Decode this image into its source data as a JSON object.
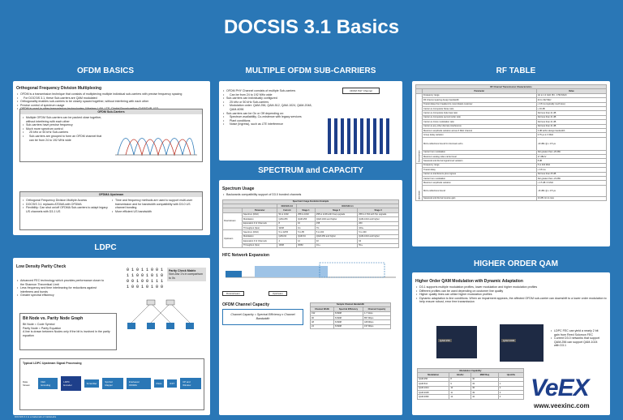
{
  "title": "DOCSIS 3.1 Basics",
  "sections": {
    "ofdm_basics": "OFDM BASICS",
    "sub_carriers": "MULTIPLE OFDM SUB-CARRIERS",
    "rf_table": "RF TABLE",
    "spectrum": "SPECTRUM and CAPACITY",
    "ldpc": "LDPC",
    "qam": "HIGHER ORDER QAM"
  },
  "ofdm": {
    "heading": "Orthogonal Frequency Division Multiplexing",
    "bullets": [
      "OFDM is a transmission technique that consists of multiplexing multiple individual sub-carriers with precise frequency spacing",
      "For DOCSIS 3.1, these Sub-carriers are QAM modulated",
      "Orthogonality enables sub-carriers to be closely spaced together, without interfering with each other",
      "Precise control of spectrum usage",
      "OFDM is used in other transmission technologies: Wireless LAN, LTE, Digital Broadcasting (DAB/DVB, ISD..."
    ],
    "box1_title": "OFDM Sub-Carriers",
    "box1_bullets": [
      "Multiple OFDM Sub-carriers can be packed close together, without interfering with each other",
      "Sub-carriers have precise frequency",
      "Much more spectrum control",
      "25 kHz or 50 kHz Sub-carriers",
      "Sub-carriers are grouped to form an OFDM channel that can be from 24 to 192 MHz wide"
    ],
    "box2_title": "OFDMA Upstream",
    "box2_left": [
      "Orthogonal Frequency Division Multiple Access",
      "DOCSIS 3.1 replaces ATDMA with OFDMA",
      "Flexibility: Can shut on/off OFDMA Sub-carriers to adapt legacy US channels with D3.1 US"
    ],
    "box2_right": [
      "Time and frequency methods are used to support multi-user transmission and for bandwidth compatibility with D3.0 US channel bonding",
      "More efficient US bandwidth"
    ]
  },
  "sub": {
    "bullets": [
      "OFDM PHY Channel consists of multiple Sub-carriers",
      "Can be from 24 to 192 MHz wide",
      "Sub-carriers can individually configured",
      "25 kHz or 50 kHz Sub-carriers",
      "Modulation order: QAM-256, QAM-512, QAM-1024, QAM-2048, QAM-4096",
      "Sub-carriers can be On or Off depending on:",
      "Spectrum availability, Co-existence with legacy services",
      "Plant conditions",
      "Noise (Ingress), such as LTE interference"
    ],
    "channel_label": "OFDM PHY Channel"
  },
  "spec": {
    "heading": "Spectrum Usage",
    "bullet": "Backwards compatibility support of D3.0 bonded channels",
    "table_title": "Spectrum Usage Evolution Example",
    "col_groups": [
      "DOCSIS 3.0",
      "DOCSIS 3.1"
    ],
    "cols": [
      "Parameter",
      "Current",
      "Stage 1",
      "Stage 2",
      "Stage 3"
    ],
    "downstream": "Downstream",
    "upstream": "Upstream",
    "ds_rows": [
      [
        "Spectrum (MHz)",
        "54 to 1002",
        "258 to 1002",
        "258 to 1218 with Freq upgrade",
        "258 to 1794 with Top upgrade"
      ],
      [
        "Modulation",
        "QAM-256",
        "QAM-256",
        "QAM-1024 and higher",
        "QAM-1024 and higher"
      ],
      [
        "Equivalent # of Channels",
        "8",
        "16",
        "158",
        "260"
      ],
      [
        "Throughput (bps)",
        "320M",
        "1G",
        "7G",
        "10G+"
      ]
    ],
    "us_rows": [
      [
        "Spectrum (MHz)",
        "5 to 42/65",
        "5 to 85",
        "5 to 204",
        "5 to 400"
      ],
      [
        "Modulation",
        "QAM-64",
        "QAM-64",
        "QAM-256 and higher",
        "QAM-1024 and higher"
      ],
      [
        "Equivalent # of Channels",
        "4",
        "12",
        "32",
        "64"
      ],
      [
        "Throughput (bps)",
        "100M",
        "300M",
        "1G+",
        "5G+"
      ]
    ],
    "hfc_title": "HFC Network Expansion",
    "hfc_labels": [
      "Downstream",
      "Upstream"
    ],
    "cap_title": "OFDM Channel Capacity",
    "cap_formula": "Channel Capacity = Spectral Efficiency x Channel Bandwidth",
    "bw_title": "Sample Channel Bandwidth",
    "bw_cols": [
      "Channel Width",
      "Spectral Efficiency",
      "Channel Capacity"
    ],
    "bw_rows": [
      [
        "192",
        "8.9998",
        "1.7 Gbps"
      ],
      [
        "96",
        "8.9998",
        "857 Mbps"
      ],
      [
        "48",
        "8.9998",
        "428 Mbps"
      ],
      [
        "24",
        "8.9998",
        "197 Mbps"
      ]
    ]
  },
  "ldpc": {
    "heading": "Low Density Parity Check",
    "bullets": [
      "Advanced FEC technology which provides performance closer to the Shannon Theoretical Limit",
      "Less frequency and time interleaving for reductions against interferers and bursts",
      "Greater spectral efficiency"
    ],
    "graph_title": "Bit Node vs. Parity Node Graph",
    "graph_lines": [
      "Bit Node = Code Symbol",
      "Parity Node = Parity Equation",
      "A line is drawn between Nodes only if the bit is involved in the parity equation"
    ],
    "parity_title": "Parity Check Matrix",
    "parity_text": "Non-low 1's in comparison to 0s",
    "chain_title": "Typical LDPC Upstream Signal Processing",
    "chain": [
      "Data Stream",
      "FEC Encoding",
      "LDPC Encoder",
      "Scrambler",
      "Symbol Mapper",
      "Interleaver OFDMA",
      "Pilots",
      "IFFT",
      "CP and Window"
    ]
  },
  "qam": {
    "heading": "Higher Order QAM Modulation with Dynamic Adaptation",
    "bullets": [
      "D3.1 supports multiple modulation profiles, lower modulation and higher modulation profiles",
      "Different profiles can be used depending on customer line quality",
      "Higher quality lines can utilize higher modulation profiles",
      "Dynamic adaptation to line conditions. When an impairment appears, the affected OFDM sub-carrier can downshift to a lower order modulation to help ensure robust, error free transmission"
    ],
    "const_labels": [
      "QAM 256",
      "QAM 4096"
    ],
    "side_note": [
      "LDPC FEC can yield a nearly 2 bit gain from Reed Solomon FEC",
      "Current D3.0 networks that support QAM-256 can support QAM-1024 with D3.1"
    ],
    "table_title": "Modulation Capability",
    "table_cols": [
      "Modulation",
      "bits/Hz",
      "MER Req",
      "Upshifts"
    ],
    "table_rows": [
      [
        "QAM-256",
        "8",
        "30",
        "-"
      ],
      [
        "QAM-512",
        "9",
        "33",
        "1"
      ],
      [
        "QAM-1024",
        "10",
        "36",
        "2"
      ],
      [
        "QAM-2048",
        "11",
        "39",
        "3"
      ],
      [
        "QAM-4096",
        "12",
        "42",
        "4"
      ]
    ],
    "url": "www.veexinc.com",
    "logo": "VeEX"
  },
  "rf": {
    "title": "RF Channel Transmission Characteristics",
    "cols": [
      "Parameter",
      "Value"
    ],
    "ds_tag": "Downstream",
    "us_tag": "Upstream",
    "ds_rows": [
      [
        "Frequency range",
        "Up to 1.2 GHz (54 - 1794 MHz)"
      ],
      [
        "RF channel spacing design bandwidth",
        "24 to 192 MHz"
      ],
      [
        "Transit delay from headend to most distant customer",
        "≤ 0.8 ms (typically much less)"
      ],
      [
        "Carrier-to-Composite Noise ratio",
        "≥ 33 dB"
      ],
      [
        "Carrier-to-Composite triple beat ratio",
        "Not less than 41 dB"
      ],
      [
        "Carrier-to-Composite second order ratio",
        "Not less than 41 dB"
      ],
      [
        "Carrier-to-Cross modulation ratio",
        "Not less than 41 dB"
      ],
      [
        "Carrier-to-any other discrete interference",
        "Not less than 41 dB"
      ],
      [
        "Maximum amplitude variation across 6 MHz channel",
        "3 dB within design bandwidth"
      ],
      [
        "Group delay variation",
        "0.75 µs in 6 MHz"
      ],
      [
        "Micro-reflections bound for dominant echo",
        "-20 dBc @ ≤ 0.5 µs"
      ],
      [
        "Carrier hum modulation",
        "Not greater than -26 dBc"
      ],
      [
        "Maximum analog video carrier level",
        "17 dBmV"
      ],
      [
        "Seasonal and diurnal signal level variation",
        "8 dB"
      ]
    ],
    "us_rows": [
      [
        "Frequency range",
        "5 to 204 MHz"
      ],
      [
        "Transit delay",
        "≤ 0.8 ms"
      ],
      [
        "Carrier-to-interference plus ingress",
        "Not less than 25 dB"
      ],
      [
        "Carrier hum modulation",
        "Not greater than -23 dBc"
      ],
      [
        "Maximum amplitude variation",
        "≤ 2.5 dB / 6 MHz"
      ],
      [
        "Micro-reflections bound",
        "-16 dBc @ ≤ 0.5 µs"
      ],
      [
        "Seasonal and diurnal reverse gain",
        "14 dB min to max"
      ]
    ]
  },
  "footer": "DOCSIS 3.1 is a trademark of CableLabs"
}
